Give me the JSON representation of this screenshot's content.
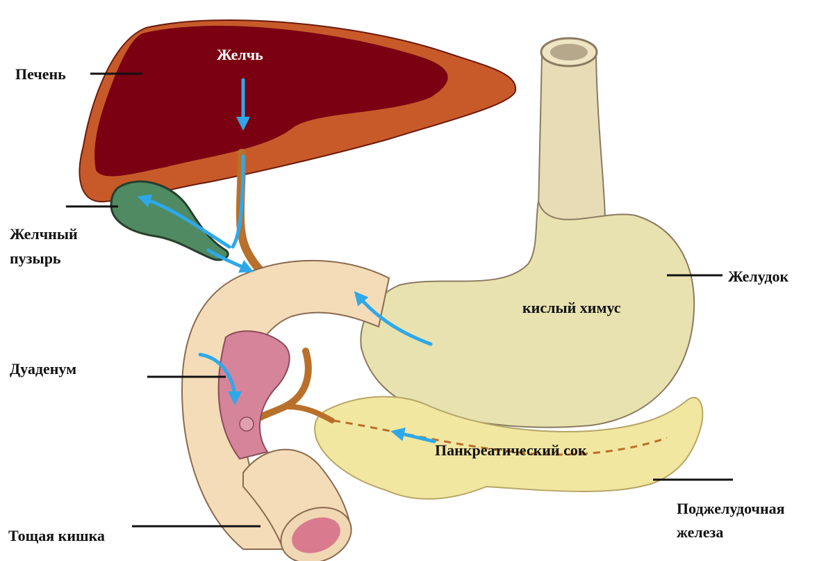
{
  "labels": {
    "liver": "Печень",
    "bile": "Желчь",
    "gallbladder_line1": "Желчный",
    "gallbladder_line2": "пузырь",
    "stomach": "Желудок",
    "chyme": "кислый химус",
    "duodenum": "Дуаденум",
    "pancreatic_juice": "Панкреатический сок",
    "pancreas_line1": "Поджелудочная",
    "pancreas_line2": "железа",
    "jejunum": "Тощая кишка"
  },
  "colors": {
    "liver_dark": "#7a0012",
    "liver_light": "#c85a2a",
    "gallbladder": "#4f8a63",
    "stomach": "#e8e2b0",
    "intestine": "#f4dcb8",
    "duodenum_inner": "#d6849a",
    "pancreas": "#f2e7a0",
    "ducts": "#b8702a",
    "flow_arrows": "#2fa8ea"
  }
}
